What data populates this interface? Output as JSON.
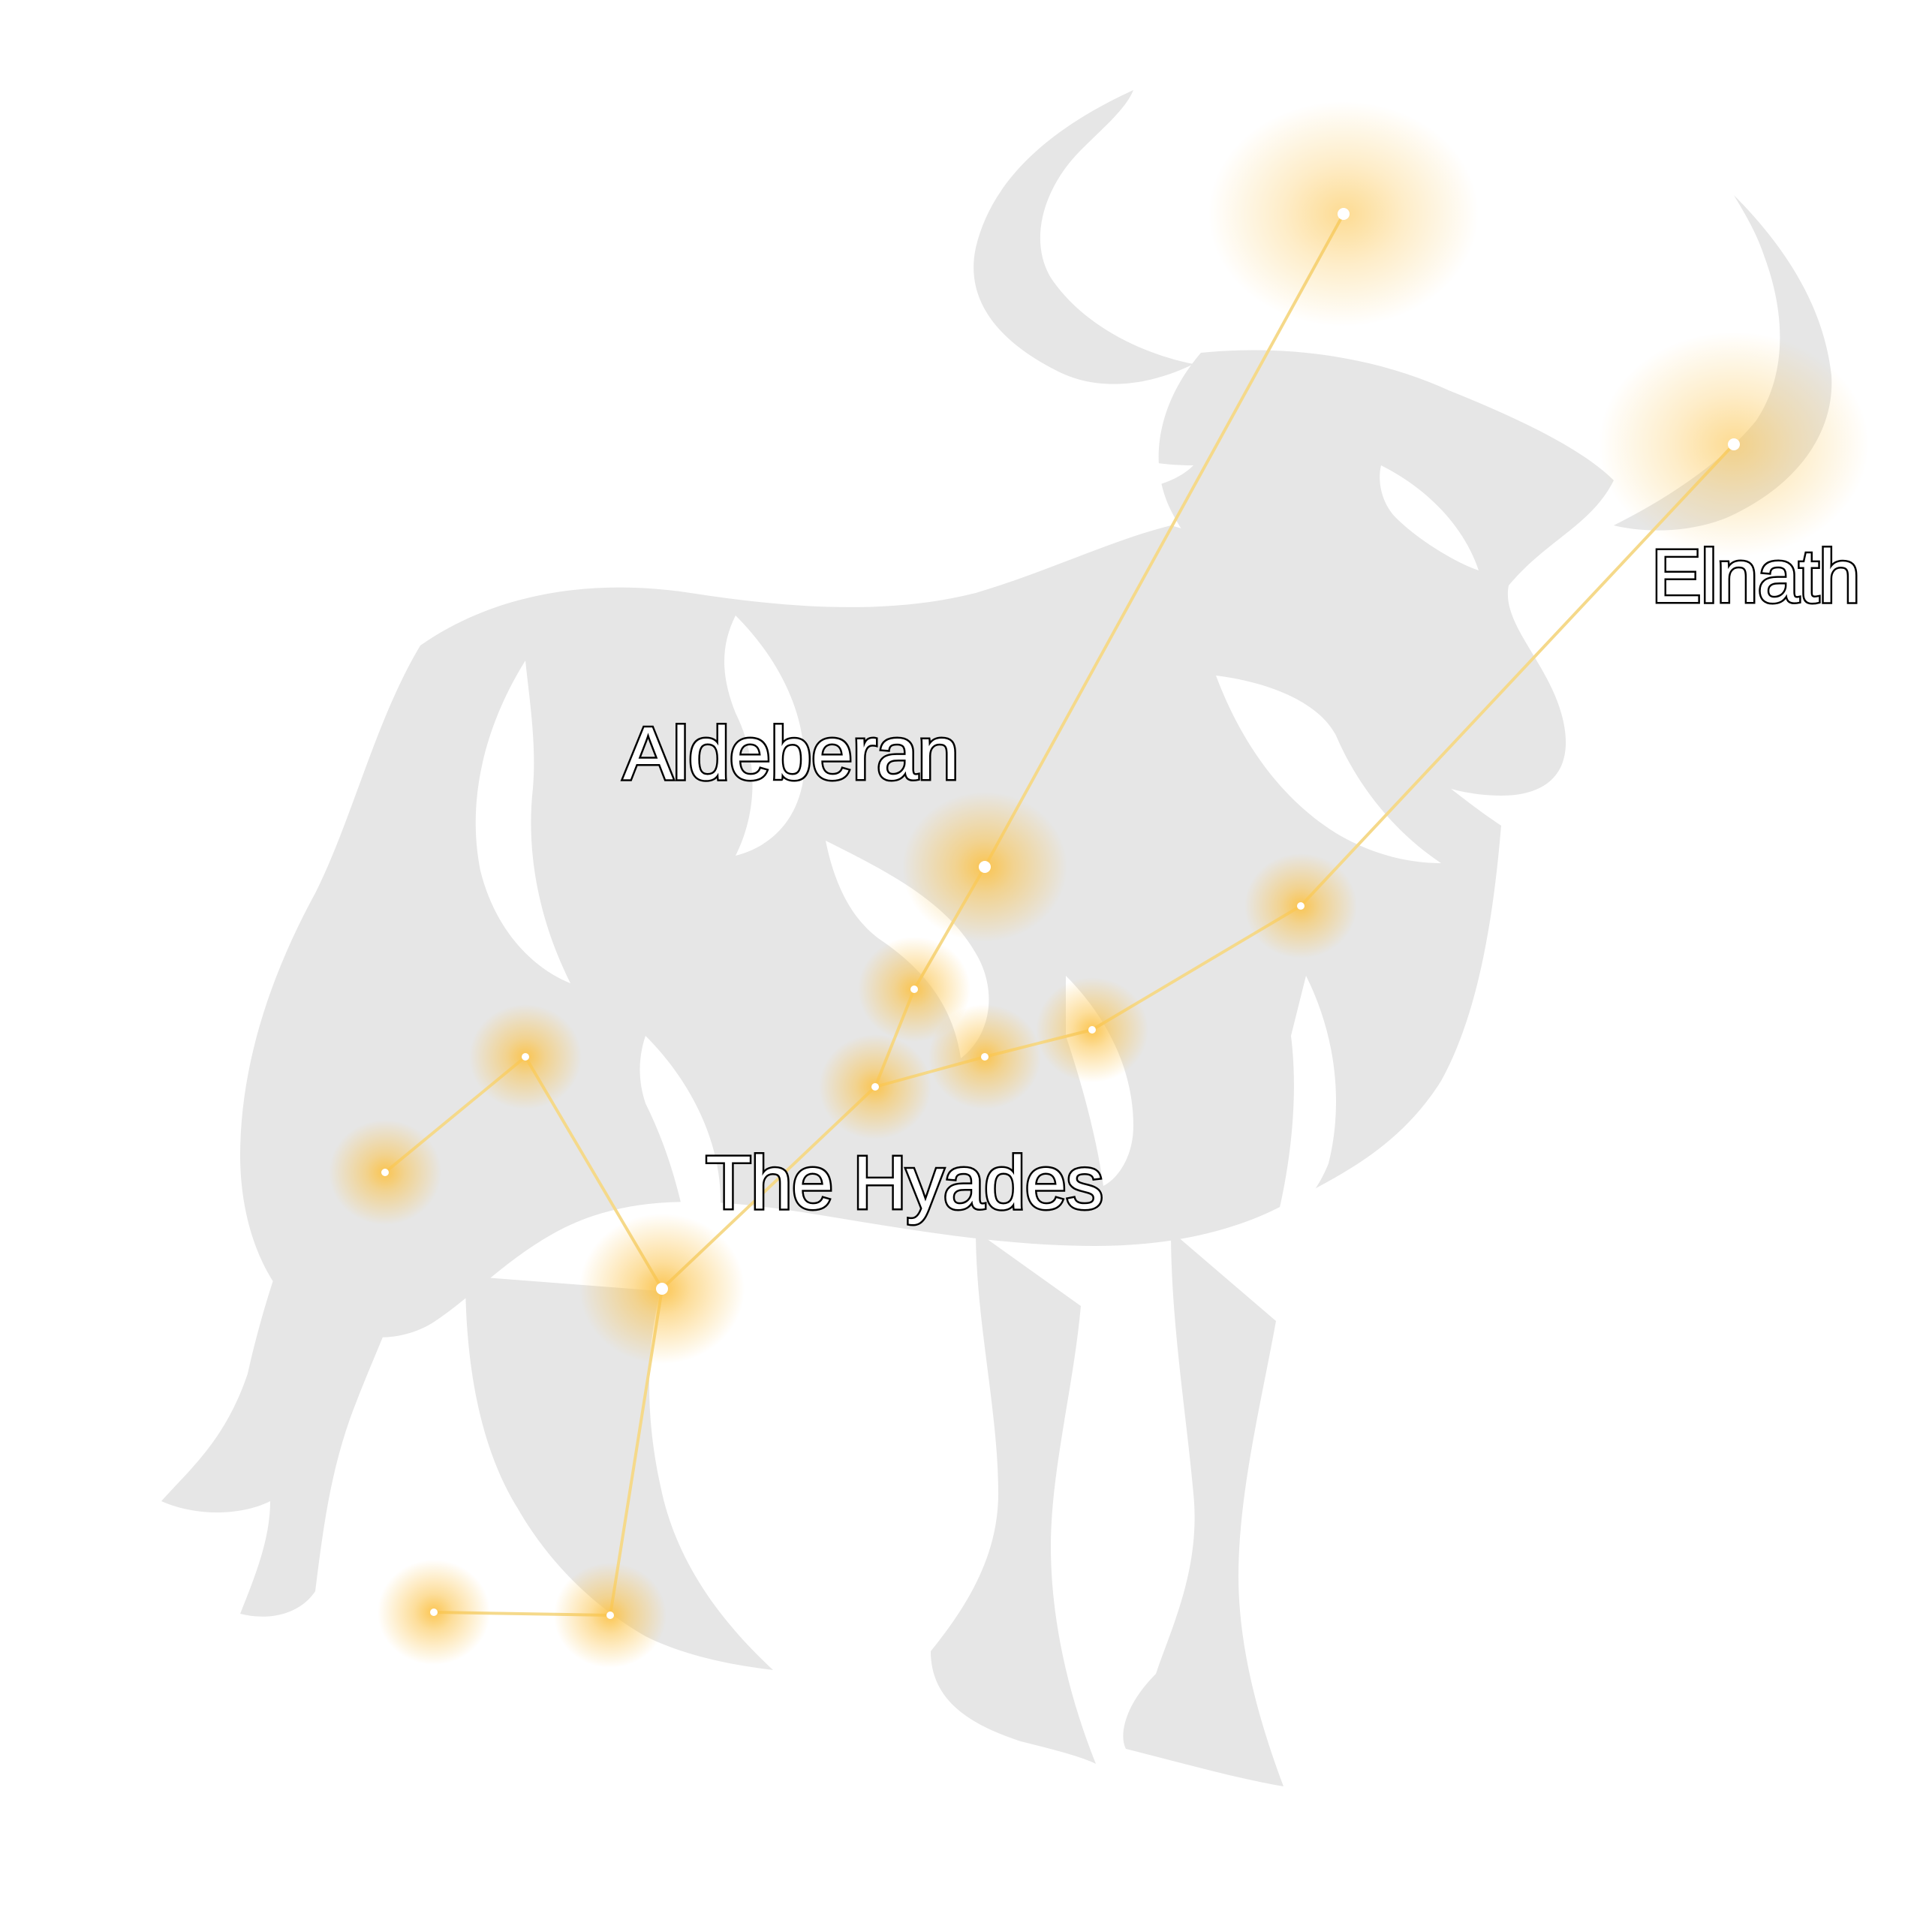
{
  "image": {
    "subject": "taurus-constellation",
    "silhouette": "bull",
    "colors": {
      "background": "#ffffff",
      "silhouette": "#e6e6e6",
      "star_glow": "#fbc34a",
      "star_core": "#ffffff",
      "connector": "#f5d98a",
      "label_fill": "#ffffff",
      "label_stroke": "#000000"
    }
  },
  "labels": {
    "elnath": "Elnath",
    "aldebaran": "Aldeberan",
    "hyades": "The Hyades"
  }
}
